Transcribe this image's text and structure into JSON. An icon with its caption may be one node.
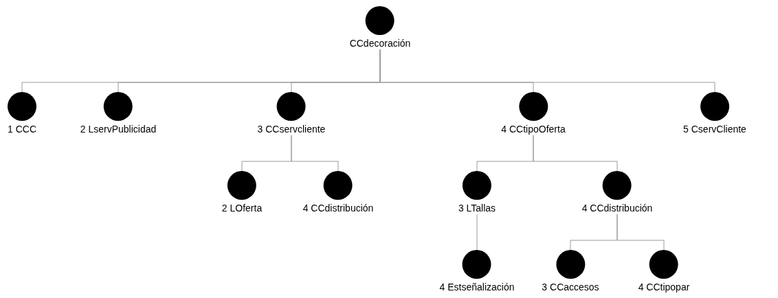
{
  "diagram": {
    "nodes": [
      {
        "text": [
          "CCdecoración"
        ]
      },
      {
        "text": [
          "1 CCC"
        ]
      },
      {
        "text": [
          "2 LservPublicidad"
        ]
      },
      {
        "text": [
          "3 CCservcliente"
        ]
      },
      {
        "text": [
          "4 CCtipoOferta"
        ]
      },
      {
        "text": [
          "5 CservCliente"
        ]
      },
      {
        "text": [
          "2 LOferta"
        ]
      },
      {
        "text": [
          "4 CCdistribución"
        ]
      },
      {
        "text": [
          "3 LTallas"
        ]
      },
      {
        "text": [
          "4 CCdistribución"
        ]
      },
      {
        "text": [
          "4 Estseñalización"
        ]
      },
      {
        "text": [
          "3 CCaccesos"
        ]
      },
      {
        "text": [
          "4 CCtipopar"
        ]
      }
    ],
    "edges": [
      {
        "from": 0,
        "to": 1,
        "arrow": "none"
      },
      {
        "from": 0,
        "to": 2,
        "arrow": "none"
      },
      {
        "from": 0,
        "to": 3,
        "arrow": "none"
      },
      {
        "from": 0,
        "to": 4,
        "arrow": "none"
      },
      {
        "from": 0,
        "to": 5,
        "arrow": "none"
      },
      {
        "from": 3,
        "to": 6,
        "arrow": "none"
      },
      {
        "from": 3,
        "to": 7,
        "arrow": "none"
      },
      {
        "from": 4,
        "to": 8,
        "arrow": "none"
      },
      {
        "from": 4,
        "to": 9,
        "arrow": "none"
      },
      {
        "from": 8,
        "to": 10,
        "arrow": "none"
      },
      {
        "from": 9,
        "to": 11,
        "arrow": "none"
      },
      {
        "from": 9,
        "to": 12,
        "arrow": "none"
      }
    ]
  }
}
